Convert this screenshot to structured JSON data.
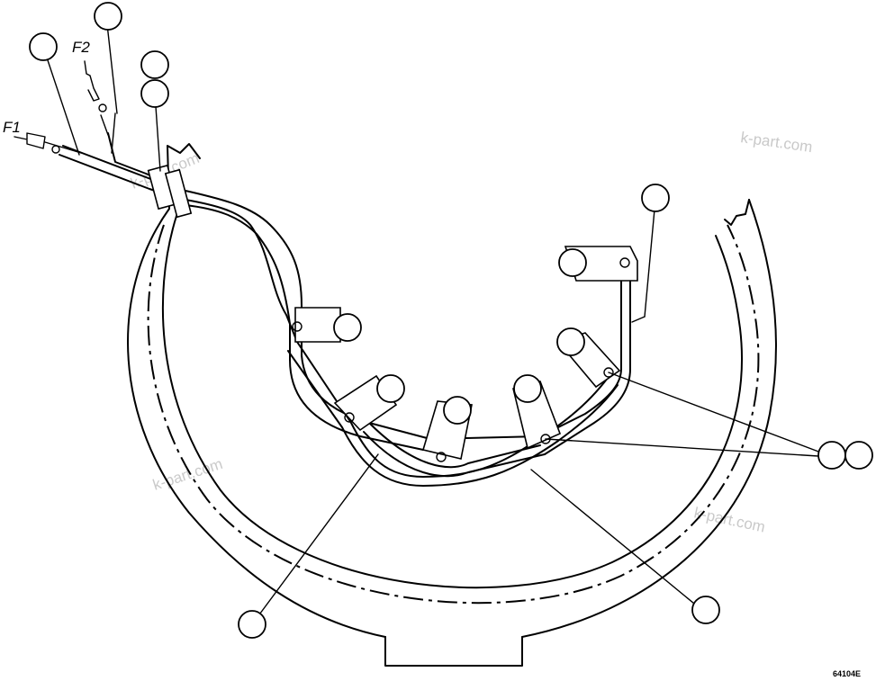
{
  "labels": {
    "f1": "F1",
    "f2": "F2"
  },
  "reference_code": "64104E",
  "watermark": "k-part.com",
  "callouts": [
    {
      "id": "callout-1"
    },
    {
      "id": "callout-2"
    },
    {
      "id": "callout-3"
    },
    {
      "id": "callout-4"
    },
    {
      "id": "callout-5"
    },
    {
      "id": "callout-6"
    },
    {
      "id": "callout-7"
    },
    {
      "id": "callout-8"
    },
    {
      "id": "callout-9"
    },
    {
      "id": "callout-10"
    },
    {
      "id": "callout-11"
    },
    {
      "id": "callout-12"
    },
    {
      "id": "callout-13"
    },
    {
      "id": "callout-14"
    },
    {
      "id": "callout-15"
    },
    {
      "id": "callout-16"
    },
    {
      "id": "callout-17"
    }
  ]
}
